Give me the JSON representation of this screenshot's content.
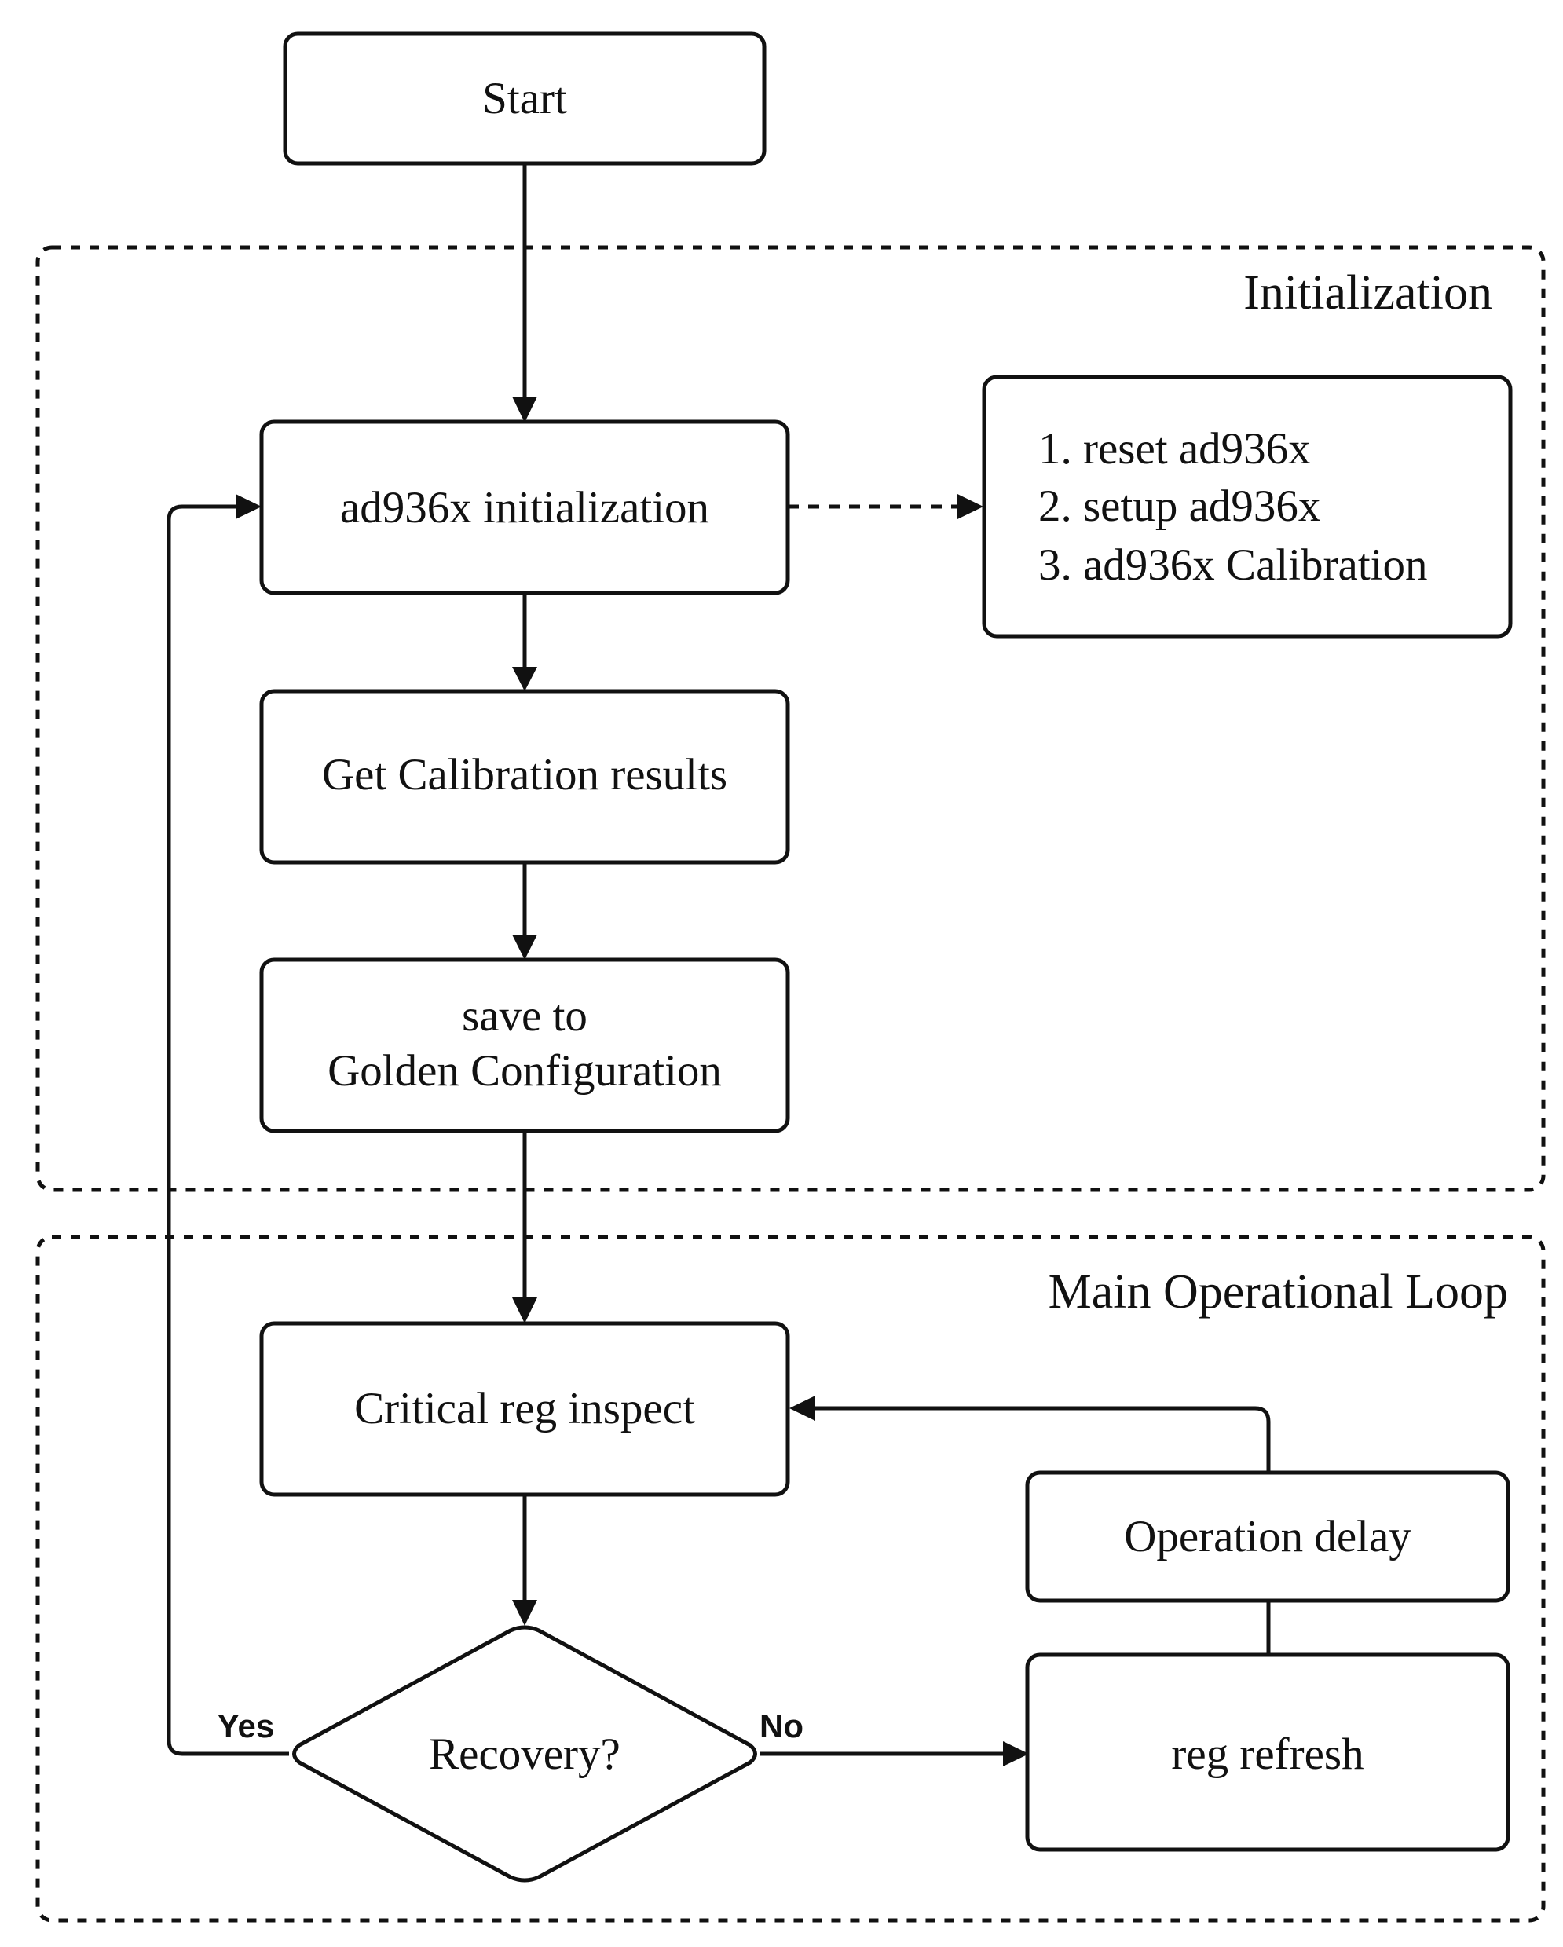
{
  "groups": {
    "initialization": "Initialization",
    "main_loop": "Main Operational Loop"
  },
  "nodes": {
    "start": "Start",
    "ad936x_init": "ad936x initialization",
    "init_steps": [
      "1. reset ad936x",
      "2. setup ad936x",
      "3. ad936x Calibration"
    ],
    "get_calibration": "Get Calibration results",
    "save_golden": [
      "save to",
      "Golden Configuration"
    ],
    "critical_reg": "Critical reg inspect",
    "recovery": "Recovery?",
    "operation_delay": "Operation delay",
    "reg_refresh": "reg refresh"
  },
  "edges": {
    "yes_label": "Yes",
    "no_label": "No"
  }
}
